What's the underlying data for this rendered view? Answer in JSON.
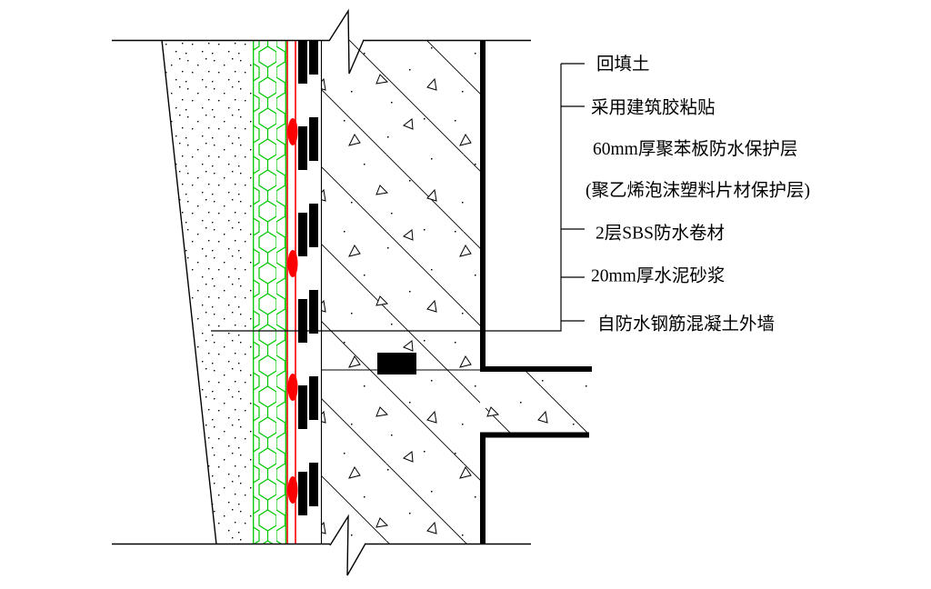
{
  "drawing": {
    "kind": "wall-waterproofing-section-detail",
    "labels": [
      {
        "text": "回填土"
      },
      {
        "text": "采用建筑胶粘贴"
      },
      {
        "text": "60mm厚聚苯板防水保护层"
      },
      {
        "text": "(聚乙烯泡沫塑料片材保护层)"
      },
      {
        "text": "2层SBS防水卷材"
      },
      {
        "text": "20mm厚水泥砂浆"
      },
      {
        "text": "自防水钢筋混凝土外墙"
      }
    ],
    "colors": {
      "line_black": "#000000",
      "insulation_board_green": "#00c800",
      "membrane_red": "#ff0000",
      "background": "#ffffff"
    }
  }
}
